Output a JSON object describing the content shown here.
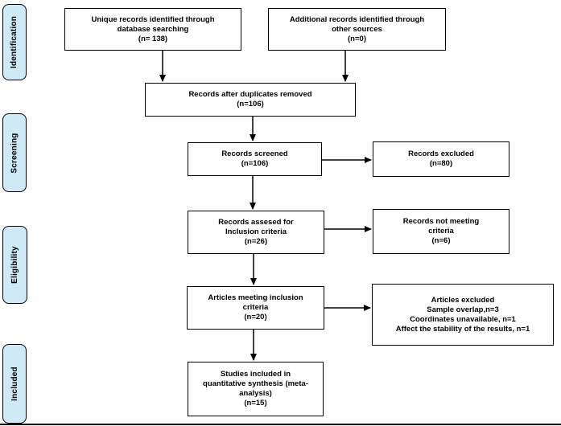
{
  "stages": [
    {
      "label": "Identification"
    },
    {
      "label": "Screening"
    },
    {
      "label": "Eligibility"
    },
    {
      "label": "Included"
    }
  ],
  "boxes": {
    "unique_records": {
      "lines": [
        "Unique records identified through",
        "database searching",
        "(n= 138)"
      ]
    },
    "additional_records": {
      "lines": [
        "Additional records identified through",
        "other sources",
        "(n=0)"
      ]
    },
    "after_duplicates": {
      "lines": [
        "Records after duplicates removed",
        "(n=106)"
      ]
    },
    "screened": {
      "lines": [
        "Records screened",
        "(n=106)"
      ]
    },
    "excluded": {
      "lines": [
        "Records excluded",
        "(n=80)"
      ]
    },
    "assessed": {
      "lines": [
        "Records assesed for",
        "Inclusion criteria",
        "(n=26)"
      ]
    },
    "not_meeting": {
      "lines": [
        "Records not meeting",
        "criteria",
        "(n=6)"
      ]
    },
    "meeting_inclusion": {
      "lines": [
        "Articles meeting inclusion",
        "criteria",
        "(n=20)"
      ]
    },
    "articles_excluded": {
      "lines": [
        "Articles excluded",
        "Sample overlap,n=3",
        "Coordinates unavailable, n=1",
        "Affect the stability of the results, n=1"
      ]
    },
    "included_synthesis": {
      "lines": [
        "Studies included in",
        "quantitative synthesis (meta-",
        "analysis)",
        "(n=15)"
      ]
    }
  },
  "colors": {
    "stage_fill": "#d0e9f8",
    "box_fill": "#ffffff",
    "line_color": "#000000",
    "text_color": "#000000",
    "background": "#ffffff"
  }
}
